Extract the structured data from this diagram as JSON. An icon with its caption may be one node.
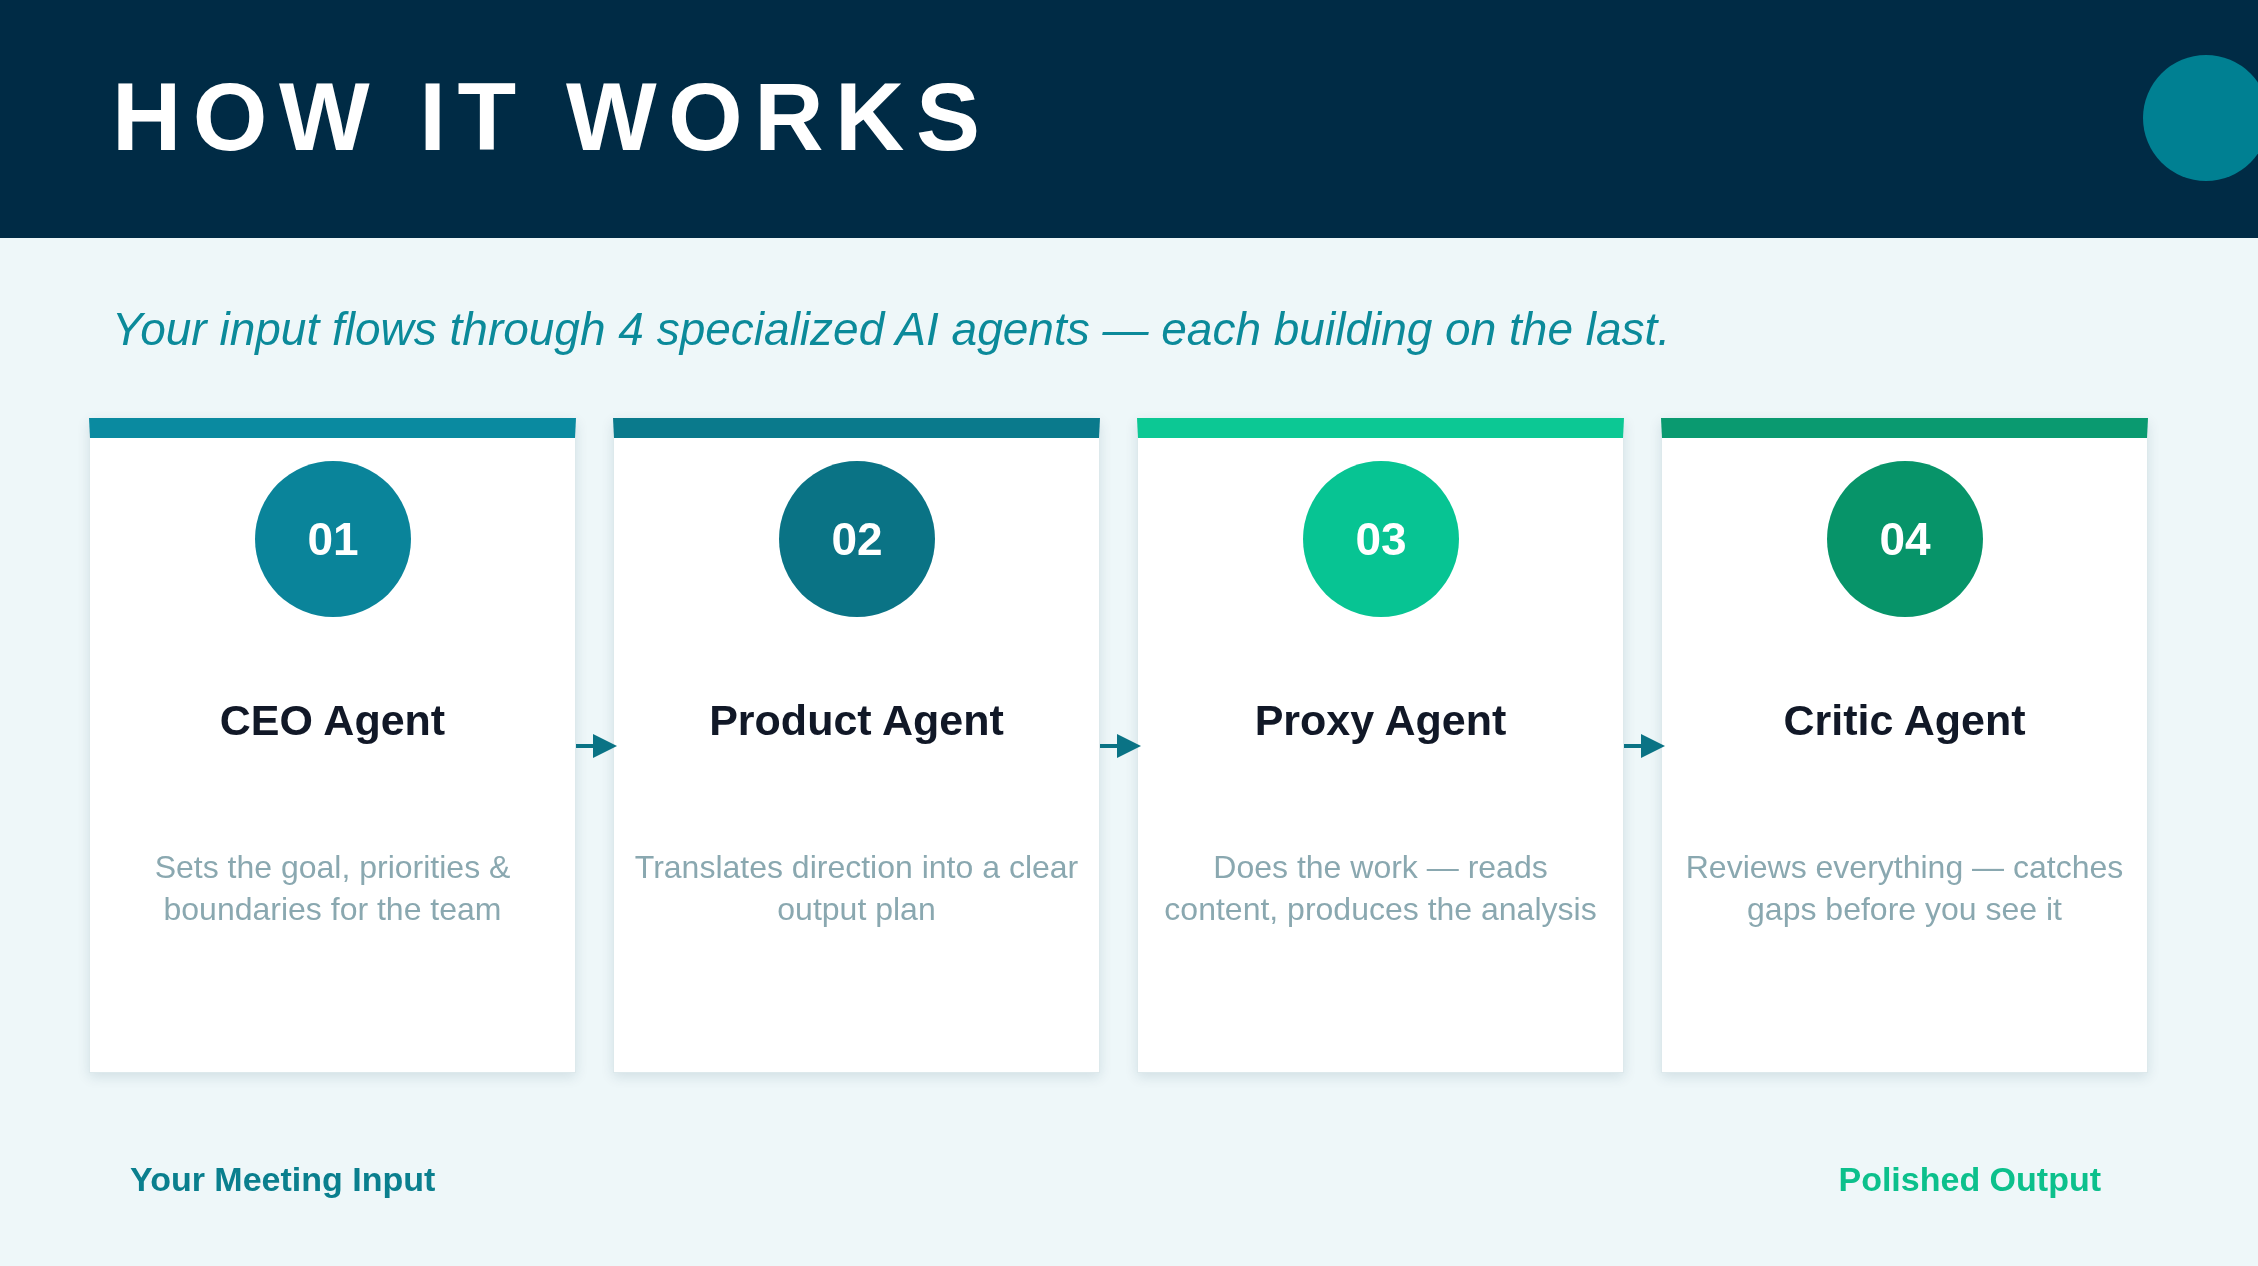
{
  "diagram": {
    "title": "HOW IT WORKS",
    "nodes": [
      {
        "text": [
          "CEO Agent",
          "Sets the goal, priorities & boundaries for the team"
        ]
      },
      {
        "text": [
          "01"
        ],
        "in": 0
      },
      {
        "text": [
          "Product Agent",
          "Translates direction into a clear output plan"
        ]
      },
      {
        "text": [
          "02"
        ],
        "in": 2
      },
      {
        "text": [
          "Proxy Agent",
          "Does the work — reads content, produces the analysis"
        ]
      },
      {
        "text": [
          "03"
        ],
        "in": 4
      },
      {
        "text": [
          "Critic Agent",
          "Reviews everything — catches gaps before you see it"
        ]
      },
      {
        "text": [
          "04"
        ],
        "in": 6
      }
    ],
    "edges": [
      {
        "from": 0,
        "to": 2,
        "arrow": "to"
      },
      {
        "from": 2,
        "to": 4,
        "arrow": "to"
      },
      {
        "from": 4,
        "to": 6,
        "arrow": "to"
      }
    ],
    "labels": [
      "Your input flows through 4 specialized AI agents — each building on the last.",
      "Your Meeting Input",
      "Polished Output"
    ]
  }
}
